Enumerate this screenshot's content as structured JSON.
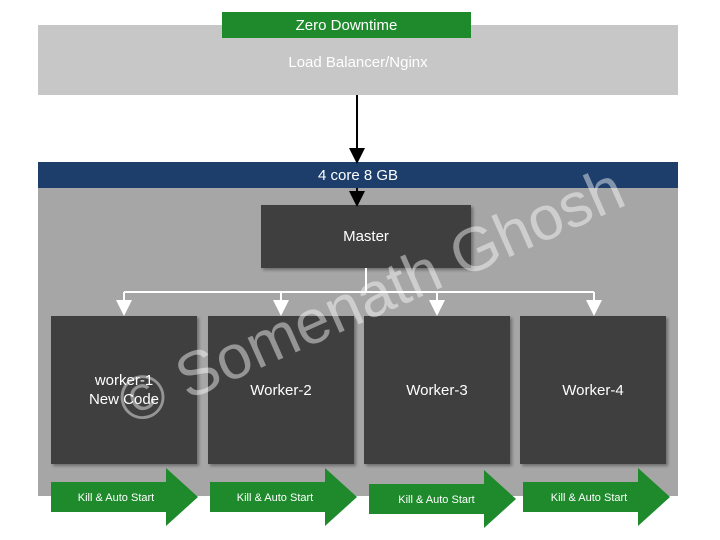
{
  "header": {
    "title": "Zero Downtime"
  },
  "load_balancer": {
    "label": "Load Balancer/Nginx"
  },
  "server": {
    "label": "4 core 8 GB"
  },
  "master": {
    "label": "Master"
  },
  "workers": [
    {
      "label": "worker-1\nNew Code"
    },
    {
      "label": "Worker-2"
    },
    {
      "label": "Worker-3"
    },
    {
      "label": "Worker-4"
    }
  ],
  "actions": [
    {
      "label": "Kill & Auto Start"
    },
    {
      "label": "Kill & Auto Start"
    },
    {
      "label": "Kill & Auto Start"
    },
    {
      "label": "Kill & Auto Start"
    }
  ],
  "watermark": {
    "text": "© Somenath Ghosh"
  },
  "colors": {
    "green": "#1e8a2c",
    "navy": "#1d3e6b",
    "box_dark": "#3f3f3f",
    "panel_grey": "#a6a6a6",
    "lb_grey": "#c7c7c7"
  }
}
